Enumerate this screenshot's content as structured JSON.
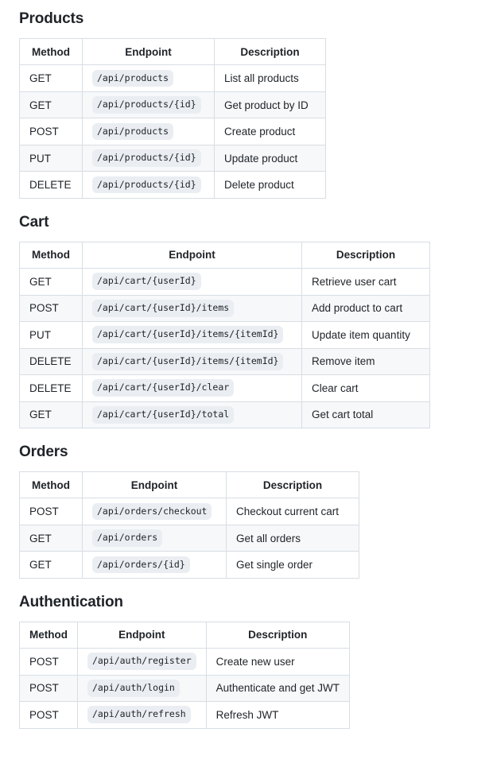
{
  "columns": [
    "Method",
    "Endpoint",
    "Description"
  ],
  "colors": {
    "border": "#d8dee4",
    "stripe": "#f6f8fa",
    "chip_bg": "#eaeef2",
    "text": "#1f2328",
    "page_bg": "#ffffff"
  },
  "sections": [
    {
      "id": "products",
      "title": "Products",
      "rows": [
        {
          "method": "GET",
          "endpoint": "/api/products",
          "description": "List all products"
        },
        {
          "method": "GET",
          "endpoint": "/api/products/{id}",
          "description": "Get product by ID"
        },
        {
          "method": "POST",
          "endpoint": "/api/products",
          "description": "Create product"
        },
        {
          "method": "PUT",
          "endpoint": "/api/products/{id}",
          "description": "Update product"
        },
        {
          "method": "DELETE",
          "endpoint": "/api/products/{id}",
          "description": "Delete product"
        }
      ]
    },
    {
      "id": "cart",
      "title": "Cart",
      "rows": [
        {
          "method": "GET",
          "endpoint": "/api/cart/{userId}",
          "description": "Retrieve user cart"
        },
        {
          "method": "POST",
          "endpoint": "/api/cart/{userId}/items",
          "description": "Add product to cart"
        },
        {
          "method": "PUT",
          "endpoint": "/api/cart/{userId}/items/{itemId}",
          "description": "Update item quantity"
        },
        {
          "method": "DELETE",
          "endpoint": "/api/cart/{userId}/items/{itemId}",
          "description": "Remove item"
        },
        {
          "method": "DELETE",
          "endpoint": "/api/cart/{userId}/clear",
          "description": "Clear cart"
        },
        {
          "method": "GET",
          "endpoint": "/api/cart/{userId}/total",
          "description": "Get cart total"
        }
      ]
    },
    {
      "id": "orders",
      "title": "Orders",
      "rows": [
        {
          "method": "POST",
          "endpoint": "/api/orders/checkout",
          "description": "Checkout current cart"
        },
        {
          "method": "GET",
          "endpoint": "/api/orders",
          "description": "Get all orders"
        },
        {
          "method": "GET",
          "endpoint": "/api/orders/{id}",
          "description": "Get single order"
        }
      ]
    },
    {
      "id": "authentication",
      "title": "Authentication",
      "rows": [
        {
          "method": "POST",
          "endpoint": "/api/auth/register",
          "description": "Create new user"
        },
        {
          "method": "POST",
          "endpoint": "/api/auth/login",
          "description": "Authenticate and get JWT"
        },
        {
          "method": "POST",
          "endpoint": "/api/auth/refresh",
          "description": "Refresh JWT"
        }
      ]
    }
  ]
}
